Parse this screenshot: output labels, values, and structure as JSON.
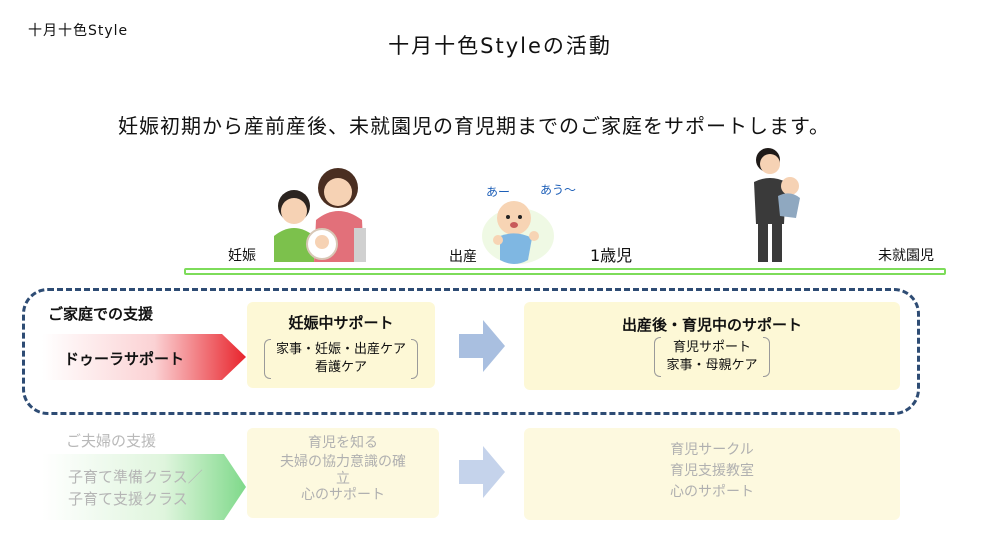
{
  "header": {
    "brand": "十月十色Style",
    "title": "十月十色Styleの活動"
  },
  "lead": "妊娠初期から産前産後、未就園児の育児期までのご家庭をサポートします。",
  "timeline": {
    "stages": [
      "妊娠",
      "出産",
      "1歳児",
      "未就園児"
    ],
    "baby_speech": [
      "あー",
      "あう～"
    ],
    "bar_color": "#7ddc5a"
  },
  "home_support": {
    "heading": "ご家庭での支援",
    "ribbon_label": "ドゥーラサポート",
    "ribbon_color": "#e8242c",
    "pregnancy_card": {
      "title": "妊娠中サポート",
      "lines": [
        "家事・妊娠・出産ケア",
        "看護ケア"
      ]
    },
    "postpartum_card": {
      "title": "出産後・育児中のサポート",
      "lines": [
        "育児サポート",
        "家事・母親ケア"
      ]
    },
    "border_color": "#2e4c74"
  },
  "couple_support": {
    "heading": "ご夫婦の支援",
    "ribbon_lines": [
      "子育て準備クラス／",
      "子育て支援クラス"
    ],
    "ribbon_color": "#4bc65a",
    "card_left_lines": [
      "育児を知る",
      "夫婦の協力意識の確",
      "立",
      "心のサポート"
    ],
    "card_right_lines": [
      "育児サークル",
      "育児支援教室",
      "心のサポート"
    ]
  },
  "colors": {
    "card_bg": "#fdf8d6",
    "arrow": "#a9bfe0"
  }
}
